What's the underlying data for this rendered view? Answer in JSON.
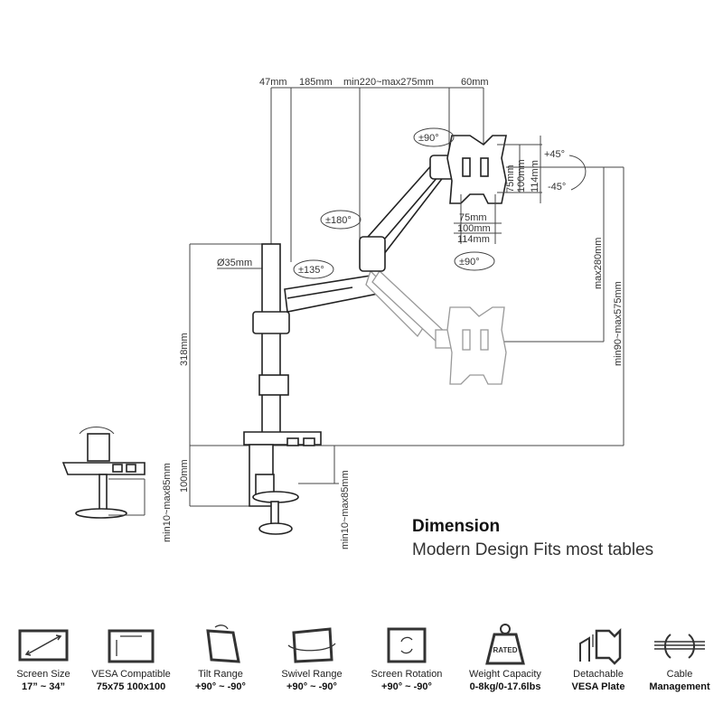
{
  "dimensions": {
    "d47": "47mm",
    "d185": "185mm",
    "d220_275": "min220~max275mm",
    "d60": "60mm",
    "rot90_top": "±90°",
    "rot180": "±180°",
    "rot135": "±135°",
    "rot90_bottom": "±90°",
    "tilt_up": "+45°",
    "tilt_down": "-45°",
    "dia35": "Ø35mm",
    "h318": "318mm",
    "h100": "100mm",
    "v75a": "75mm",
    "v100a": "100mm",
    "v114a": "114mm",
    "v75b": "75mm",
    "v100b": "100mm",
    "v114b": "114mm",
    "max280": "max280mm",
    "min90_575": "min90~max575mm",
    "clamp_left": "min10~max85mm",
    "clamp_right": "min10~max85mm"
  },
  "heading": {
    "title": "Dimension",
    "subtitle": "Modern Design Fits most tables"
  },
  "features": [
    {
      "icon": "screen-size-icon",
      "label": "Screen Size",
      "value": "17” ~ 34”"
    },
    {
      "icon": "vesa-icon",
      "label": "VESA Compatible",
      "value": "75x75 100x100"
    },
    {
      "icon": "tilt-icon",
      "label": "Tilt Range",
      "value": "+90° ~ -90°"
    },
    {
      "icon": "swivel-icon",
      "label": "Swivel Range",
      "value": "+90° ~ -90°"
    },
    {
      "icon": "rotation-icon",
      "label": "Screen Rotation",
      "value": "+90° ~ -90°"
    },
    {
      "icon": "weight-icon",
      "label": "Weight Capacity",
      "value": "0-8kg/0-17.6lbs",
      "badge": "RATED"
    },
    {
      "icon": "vesa-plate-icon",
      "label": "Detachable",
      "value": "VESA Plate"
    },
    {
      "icon": "cable-icon",
      "label": "Cable",
      "value": "Management"
    }
  ]
}
